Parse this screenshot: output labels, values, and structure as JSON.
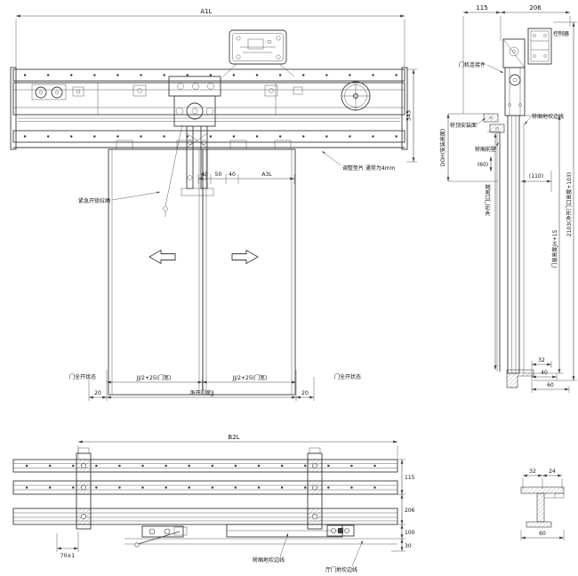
{
  "drawing": {
    "type": "elevator-door-operator-assembly-drawing",
    "colors": {
      "background": "#ffffff",
      "line": "#3b3b3b",
      "text": "#111111"
    }
  },
  "front_view": {
    "dim_total_width": "A1L",
    "dim_header_height": "345",
    "note_shim": "调整垫片 通常为4mm",
    "dim_40_left": "40",
    "dim_50": "50",
    "dim_40_right": "40",
    "dim_a3l": "A3L",
    "label_emergency_rope": "紧急开锁拉绳",
    "label_door_open_left": "门全开状态",
    "label_door_open_right": "门全开状态",
    "dim_half_width_left": "JJ/2+25(门宽)",
    "dim_half_width_right": "JJ/2+25(门宽)",
    "dim_20_left": "20",
    "dim_20_right": "20",
    "dim_clear_width": "净开门宽JJ"
  },
  "side_view": {
    "dim_115": "115",
    "dim_206": "206",
    "label_controller": "控制器",
    "label_door_machine_link": "门机连接件",
    "label_car_top_surface": "轿顶安装面",
    "dim_install_height": "DOH(安装高度)",
    "label_car_front_wall": "轿厢前壁",
    "dim_60_paren": "(60)",
    "dim_clear_opening_height": "净开门口高度",
    "dim_110_paren": "(110)",
    "label_car_sill_line": "轿厢地坎边线",
    "dim_door_height": "门扇高度JH+15",
    "dim_overall_height": "2103(净开门口高度+103)",
    "dim_32": "32",
    "dim_40": "40",
    "dim_60": "60"
  },
  "plan_view": {
    "dim_b2l": "B2L",
    "dim_115": "115",
    "dim_206": "206",
    "dim_100": "100",
    "dim_30": "30",
    "dim_70": "70±1",
    "label_car_sill_line": "轿厢地坎边线",
    "label_landing_sill_line": "厅门地坎边线"
  },
  "sill_detail": {
    "dim_32": "32",
    "dim_24": "24",
    "dim_60": "60"
  }
}
